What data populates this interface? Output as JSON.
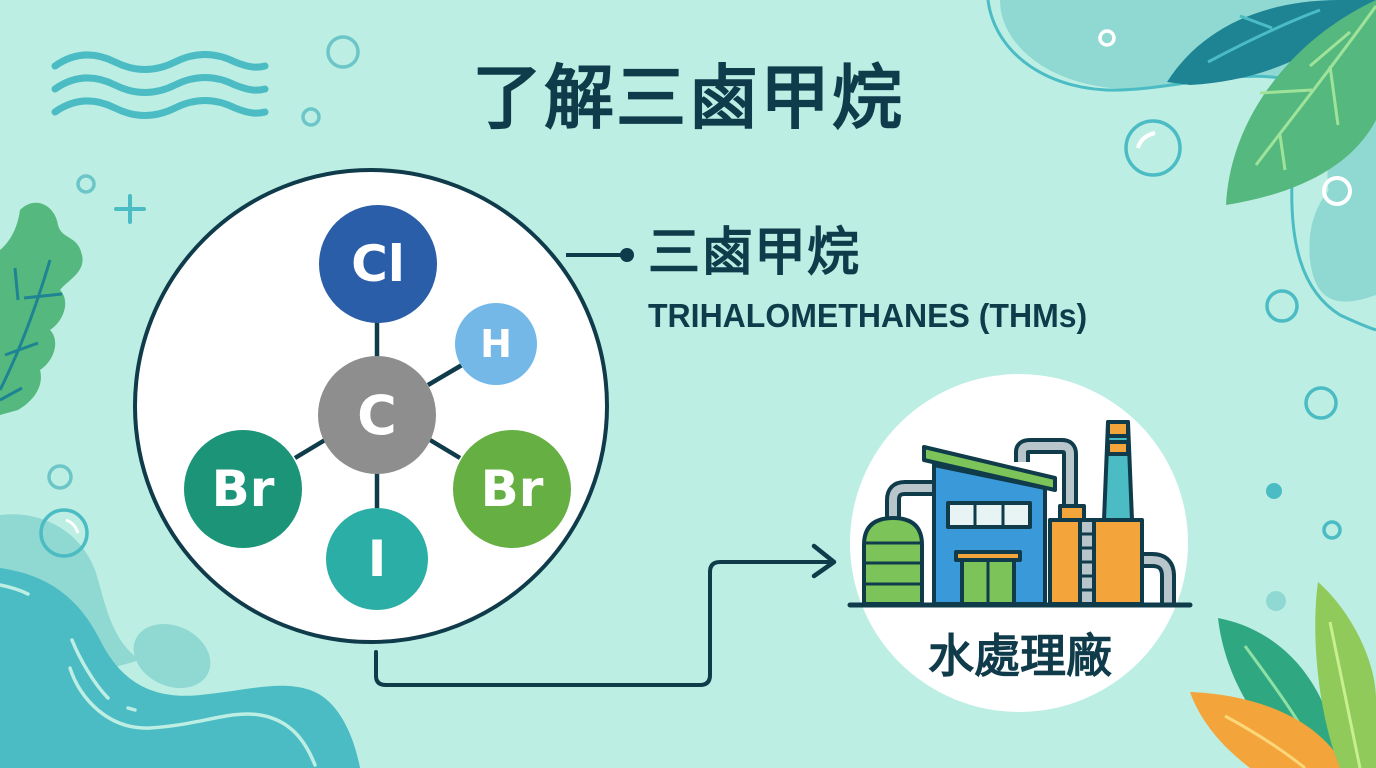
{
  "title": "了解三鹵甲烷",
  "molecule": {
    "name_zh": "三鹵甲烷",
    "name_en": "TRIHALOMETHANES (THMs)",
    "atoms": [
      {
        "symbol": "Cl",
        "color": "#2a5ea8",
        "position": "top"
      },
      {
        "symbol": "H",
        "color": "#74b8e8",
        "position": "upper-right"
      },
      {
        "symbol": "C",
        "color": "#8e8e8e",
        "position": "center"
      },
      {
        "symbol": "Br",
        "color": "#1b9478",
        "position": "lower-left"
      },
      {
        "symbol": "Br",
        "color": "#66b043",
        "position": "lower-right"
      },
      {
        "symbol": "I",
        "color": "#2aaea6",
        "position": "bottom"
      }
    ]
  },
  "plant": {
    "label": "水處理廠",
    "icon": "water-treatment-plant-icon"
  },
  "colors": {
    "background": "#bdeee3",
    "ink": "#0f3b4a",
    "teal": "#4bbcc4",
    "leaf_green": "#55b87e",
    "leaf_dark": "#1e8494",
    "orange": "#f3a43a"
  }
}
